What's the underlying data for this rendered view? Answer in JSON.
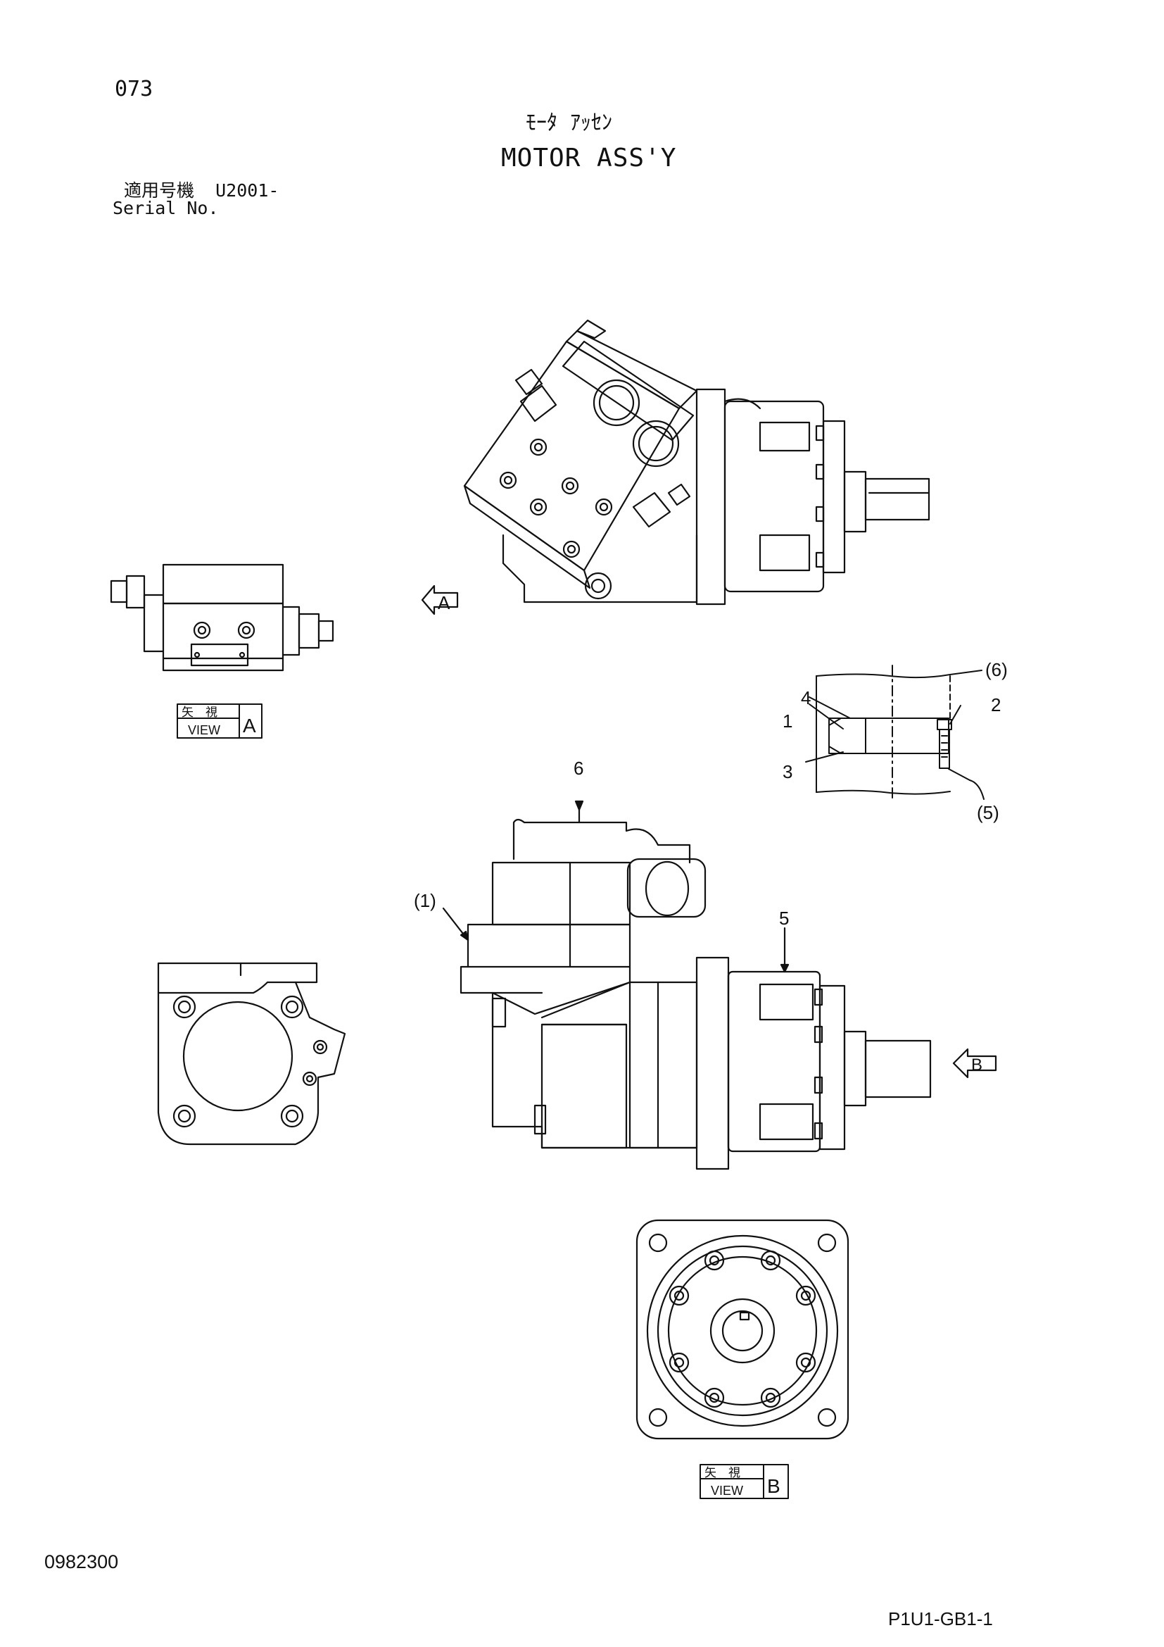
{
  "header": {
    "page_number": "073",
    "title_jp": "ﾓｰﾀ ｱｯｾﾝ",
    "title_en": "MOTOR ASS'Y",
    "serial_label_jp": "適用号機",
    "serial_value": "U2001-",
    "serial_label_en": "Serial No."
  },
  "views": {
    "view_a": {
      "jp": "矢　視",
      "label": "VIEW",
      "letter": "A"
    },
    "view_b": {
      "jp": "矢　視",
      "label": "VIEW",
      "letter": "B"
    },
    "arrow_a": "A",
    "arrow_b": "B"
  },
  "callouts": {
    "c1": "1",
    "c2": "2",
    "c3": "3",
    "c4": "4",
    "c5": "5",
    "c6": "6",
    "c_paren1": "(1)",
    "c_paren5": "(5)",
    "c_paren6": "(6)"
  },
  "footer": {
    "doc_number": "0982300",
    "figure_code": "P1U1-GB1-1"
  },
  "colors": {
    "ink": "#111111",
    "paper": "#ffffff"
  }
}
